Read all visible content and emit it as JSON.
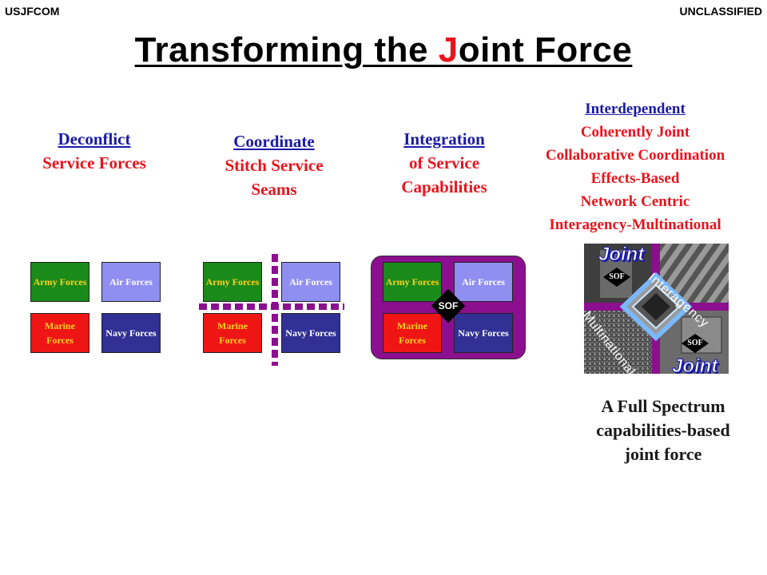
{
  "header": {
    "left": "USJFCOM",
    "right": "UNCLASSIFIED"
  },
  "title": {
    "prefix": "Transforming the ",
    "highlight": "J",
    "suffix": "oint Force"
  },
  "columns": [
    {
      "heading": "Deconflict",
      "lines": [
        "Service Forces"
      ]
    },
    {
      "heading": "Coordinate",
      "lines": [
        "Stitch Service",
        "Seams"
      ]
    },
    {
      "heading": "Integration",
      "lines": [
        "of Service",
        "Capabilities"
      ]
    },
    {
      "heading": "Interdependent",
      "lines": [
        "Coherently Joint",
        "Collaborative Coordination",
        "Effects-Based",
        "Network Centric",
        "Interagency-Multinational"
      ]
    }
  ],
  "forces": {
    "army": "Army Forces",
    "air": "Air Forces",
    "marine": "Marine Forces",
    "navy": "Navy Forces"
  },
  "sof_label": "SOF",
  "joint_graphic": {
    "joint": "Joint",
    "interagency": "Interagency",
    "multinational": "Multinational",
    "sof": "SOF"
  },
  "footer_lines": [
    "A Full Spectrum",
    "capabilities-based",
    "joint force"
  ],
  "colors": {
    "heading_blue": "#1a1aa6",
    "red": "#e8141b",
    "army_green": "#1a8a1a",
    "air_lavender": "#8e8ff0",
    "marine_red": "#ef1515",
    "navy_blue": "#303095",
    "seam_purple": "#8b0f8f"
  }
}
